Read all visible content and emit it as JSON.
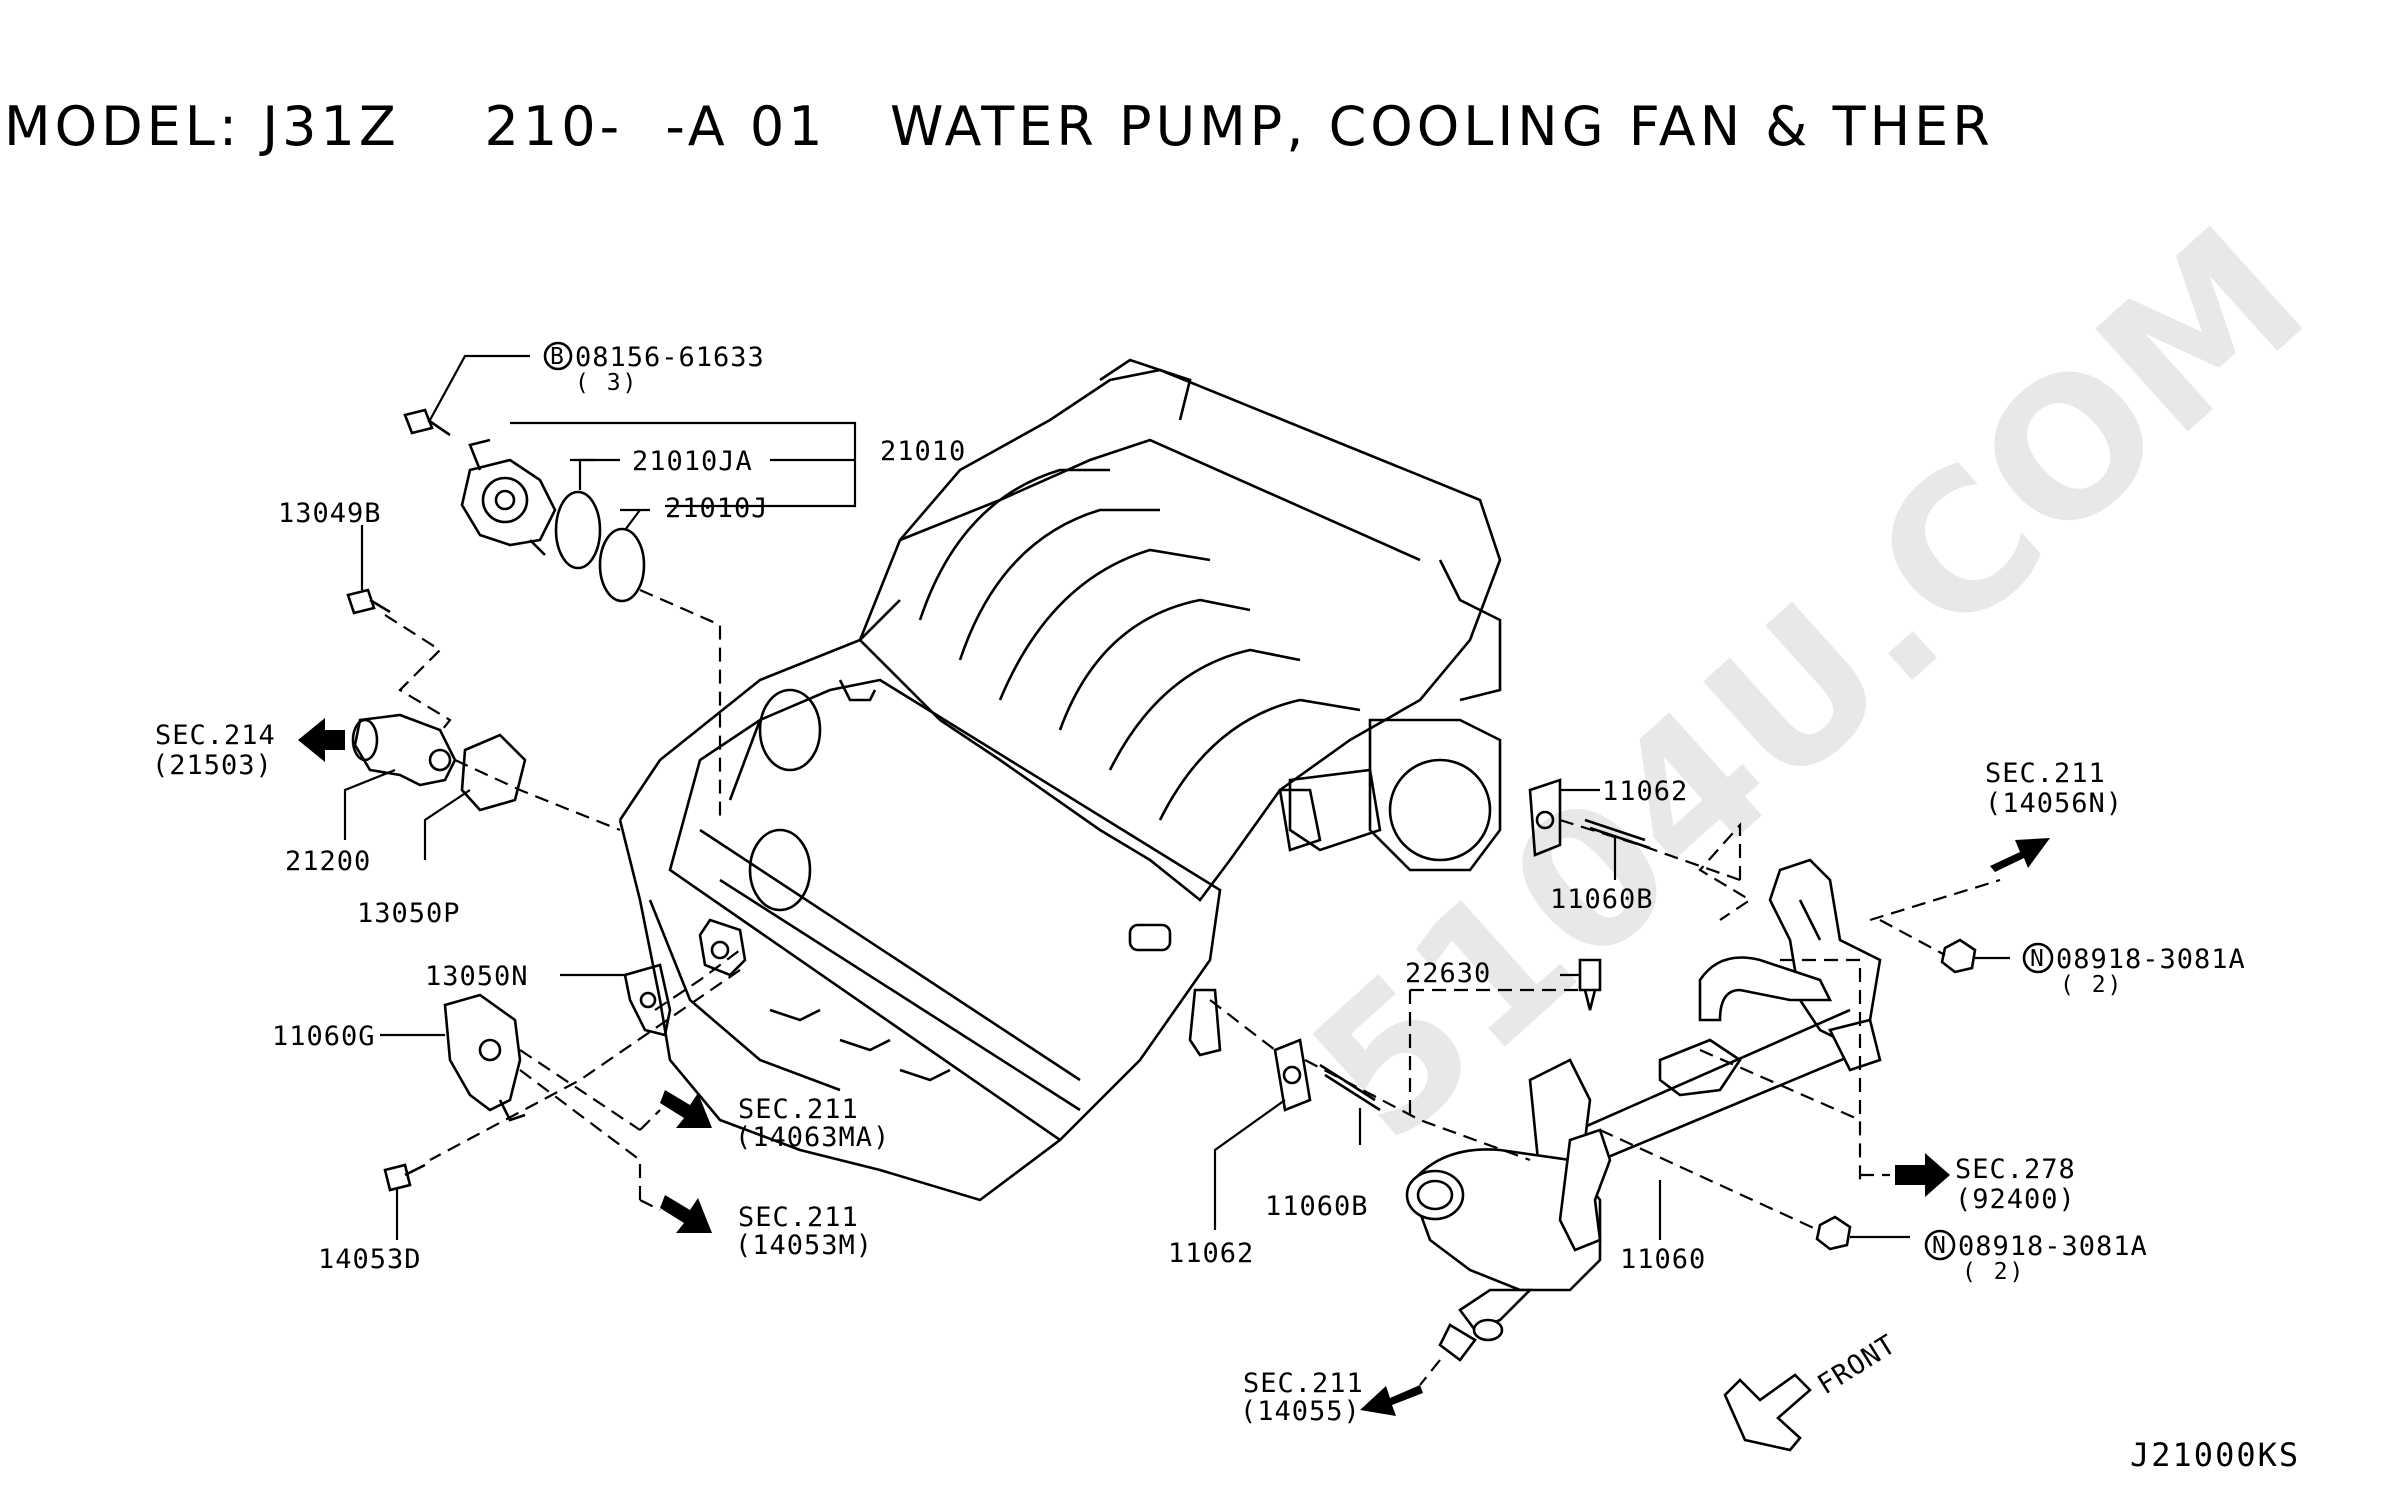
{
  "title": "MODEL: J31Z    210-  -A 01   WATER PUMP, COOLING FAN & THER",
  "watermark": "5104U.COM",
  "diagram_code": "J21000KS",
  "front_label": "FRONT",
  "labels": {
    "bolt_08156": "08156-61633",
    "bolt_08156_qty": "( 3)",
    "p21010": "21010",
    "p21010JA": "21010JA",
    "p21010J": "21010J",
    "p13049B": "13049B",
    "sec214": "SEC.214",
    "sec214_ref": "(21503)",
    "p21200": "21200",
    "p13050P": "13050P",
    "p13050N": "13050N",
    "p11060G": "11060G",
    "p14053D": "14053D",
    "sec211_a": "SEC.211",
    "sec211_a_ref": "(14063MA)",
    "sec211_b": "SEC.211",
    "sec211_b_ref": "(14053M)",
    "p11062_top": "11062",
    "p11060B_top": "11060B",
    "sec211_c": "SEC.211",
    "sec211_c_ref": "(14056N)",
    "nut_top": "08918-3081A",
    "nut_top_qty": "( 2)",
    "p22630": "22630",
    "p11060B_bot": "11060B",
    "p11062_bot": "11062",
    "p11060": "11060",
    "sec278": "SEC.278",
    "sec278_ref": "(92400)",
    "nut_bot": "08918-3081A",
    "nut_bot_qty": "( 2)",
    "sec211_d": "SEC.211",
    "sec211_d_ref": "(14055)",
    "prefix_B": "B",
    "prefix_N": "N"
  }
}
